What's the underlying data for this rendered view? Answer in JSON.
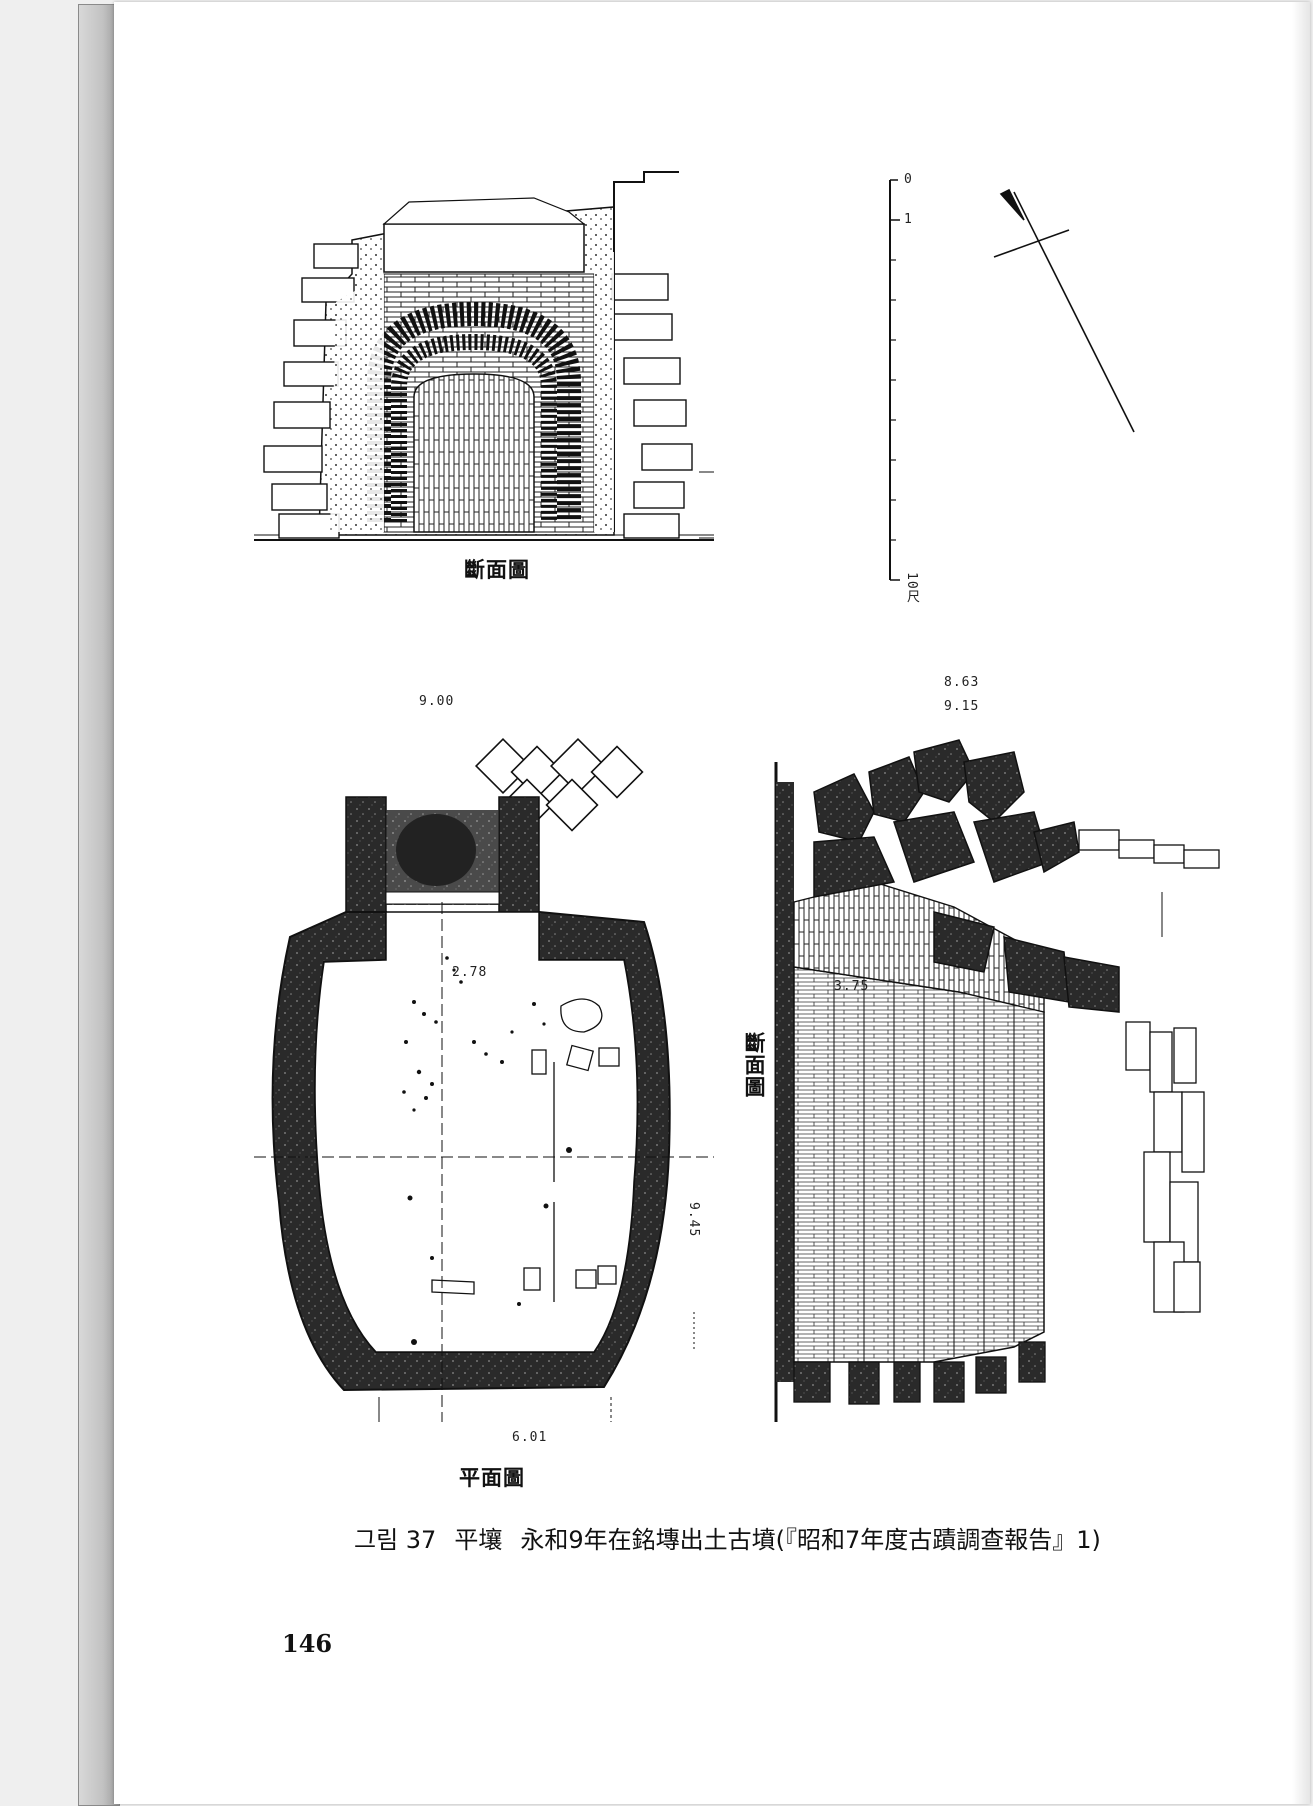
{
  "figure": {
    "section_view_label": "斷面圖",
    "plan_view_label": "平面圖",
    "side_section_label": "斷面圖",
    "scale_top": "0",
    "scale_one": "1",
    "scale_end": "10尺",
    "dimensions": {
      "front_width_top": "9.00",
      "inner_width": "2.78",
      "length": "9.45",
      "bottom_width": "6.01",
      "side_top_a": "8.63",
      "side_top_b": "9.15",
      "side_inner": "3.75"
    }
  },
  "caption": {
    "prefix": "그림 37",
    "place": "平壤",
    "text": "永和9年在銘塼出土古墳(『昭和7年度古蹟調查報告』1)"
  },
  "page_number": "146"
}
